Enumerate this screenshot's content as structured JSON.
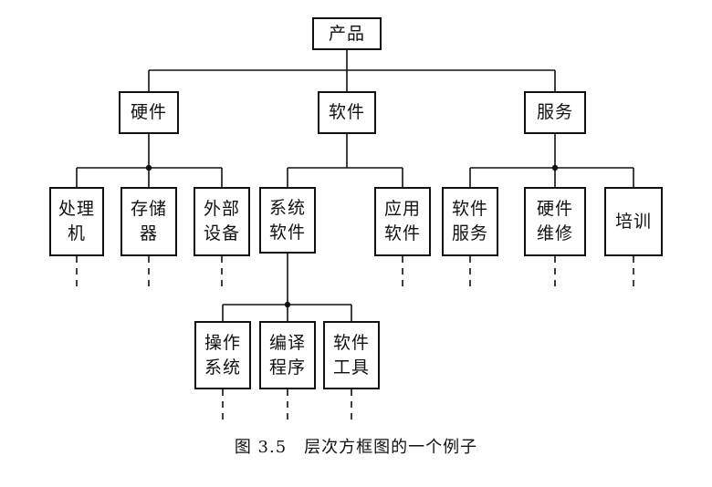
{
  "diagram": {
    "nodes": {
      "root": [
        "产品"
      ],
      "hardware": [
        "硬件"
      ],
      "software": [
        "软件"
      ],
      "service": [
        "服务"
      ],
      "processor": [
        "处理",
        "机"
      ],
      "storage": [
        "存储",
        "器"
      ],
      "peripheral": [
        "外部",
        "设备"
      ],
      "system_software": [
        "系统",
        "软件"
      ],
      "application_software": [
        "应用",
        "软件"
      ],
      "software_service": [
        "软件",
        "服务"
      ],
      "hardware_maintenance": [
        "硬件",
        "维修"
      ],
      "training": [
        "培训"
      ],
      "operating_system": [
        "操作",
        "系统"
      ],
      "compiler": [
        "编译",
        "程序"
      ],
      "software_tools": [
        "软件",
        "工具"
      ]
    }
  },
  "caption": "图 3.5　层次方框图的一个例子"
}
